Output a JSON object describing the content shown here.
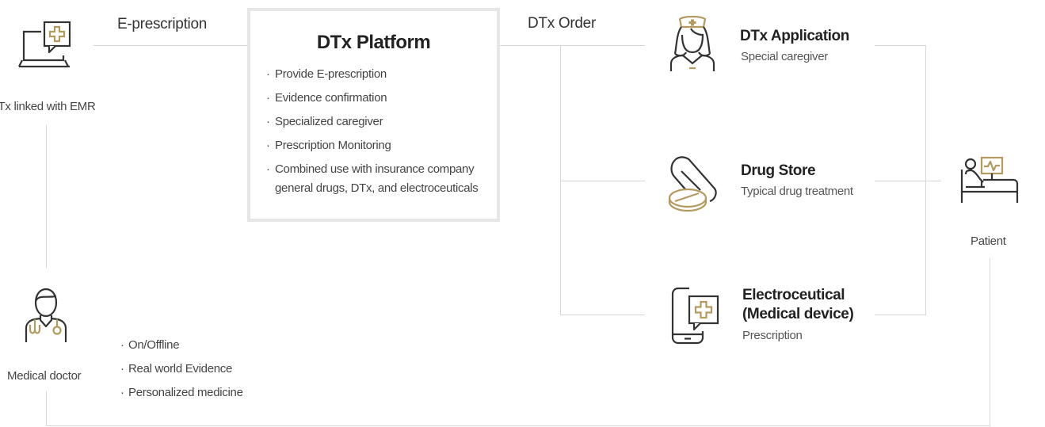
{
  "edges": {
    "e_prescription": "E-prescription",
    "dtx_order": "DTx Order"
  },
  "platform": {
    "title": "DTx Platform",
    "items": [
      "Provide E-prescription",
      "Evidence confirmation",
      "Specialized caregiver",
      "Prescription Monitoring",
      "Combined use with insurance company general drugs, DTx, and electroceuticals"
    ]
  },
  "nodes": {
    "emr": {
      "label": "DTx linked with EMR",
      "icon": "laptop-medical-icon"
    },
    "doctor": {
      "label": "Medical doctor",
      "icon": "doctor-icon",
      "items": [
        "On/Offline",
        "Real world Evidence",
        "Personalized medicine"
      ]
    },
    "dtx_app": {
      "title": "DTx Application",
      "subtitle": "Special caregiver",
      "icon": "nurse-icon"
    },
    "drug_store": {
      "title": "Drug Store",
      "subtitle": "Typical drug treatment",
      "icon": "pill-icon"
    },
    "electroceutical": {
      "title_line1": "Electroceutical",
      "title_line2": "(Medical device)",
      "subtitle": "Prescription",
      "icon": "mobile-medical-icon"
    },
    "patient": {
      "label": "Patient",
      "icon": "patient-bed-icon"
    }
  },
  "colors": {
    "icon_dark": "#333333",
    "icon_accent": "#b39a5e",
    "line": "#d6d6d6",
    "box_border": "#e6e6e6"
  }
}
